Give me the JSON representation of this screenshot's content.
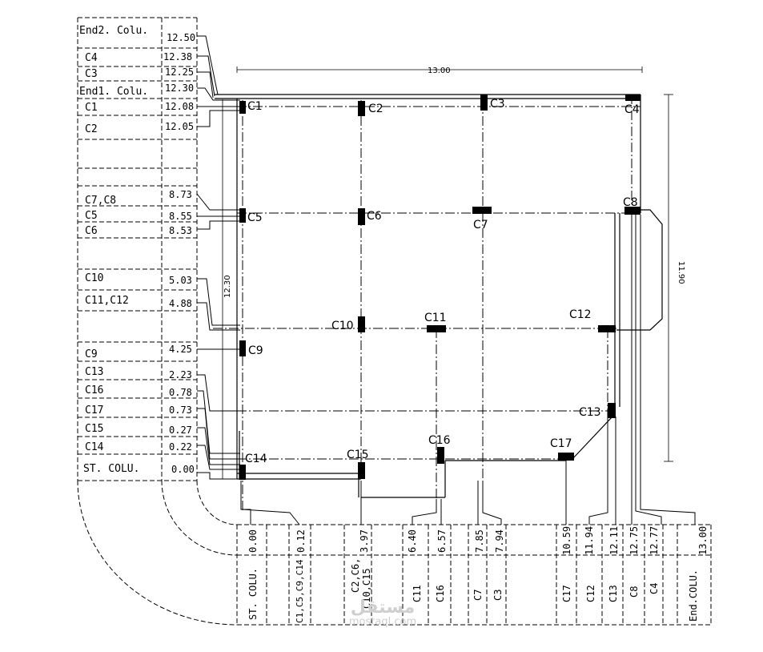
{
  "left_table": [
    {
      "label": "End2. Colu.",
      "value": "12.50"
    },
    {
      "label": "C4",
      "value": "12.38"
    },
    {
      "label": "C3",
      "value": "12.25"
    },
    {
      "label": "End1. Colu.",
      "value": "12.30"
    },
    {
      "label": "C1",
      "value": "12.08"
    },
    {
      "label": "C2",
      "value": "12.05"
    },
    {
      "label": "C7,C8",
      "value": "8.73"
    },
    {
      "label": "C5",
      "value": "8.55"
    },
    {
      "label": "C6",
      "value": "8.53"
    },
    {
      "label": "C10",
      "value": "5.03"
    },
    {
      "label": "C11,C12",
      "value": "4.88"
    },
    {
      "label": "C9",
      "value": "4.25"
    },
    {
      "label": "C13",
      "value": "2.23"
    },
    {
      "label": "C16",
      "value": "0.78"
    },
    {
      "label": "C17",
      "value": "0.73"
    },
    {
      "label": "C15",
      "value": "0.27"
    },
    {
      "label": "C14",
      "value": "0.22"
    },
    {
      "label": "ST. COLU.",
      "value": "0.00"
    }
  ],
  "bottom_table": [
    {
      "label": "ST. COLU.",
      "value": "0.00"
    },
    {
      "label": "C1,C5,C9,C14",
      "value": "0.12"
    },
    {
      "label": "C2,C6,\nC10,C15",
      "value": "3.97"
    },
    {
      "label": "C11",
      "value": "6.40"
    },
    {
      "label": "C16",
      "value": "6.57"
    },
    {
      "label": "C7",
      "value": "7.85"
    },
    {
      "label": "C3",
      "value": "7.94"
    },
    {
      "label": "C17",
      "value": "10.59"
    },
    {
      "label": "C12",
      "value": "11.94"
    },
    {
      "label": "C13",
      "value": "12.11"
    },
    {
      "label": "C8",
      "value": "12.75"
    },
    {
      "label": "C4",
      "value": "12.77"
    },
    {
      "label": "End.COLU.",
      "value": "13.00"
    }
  ],
  "dimensions": {
    "top": "13.00",
    "right": "11.90",
    "left": "12.30"
  },
  "columns": [
    "C1",
    "C2",
    "C3",
    "C4",
    "C5",
    "C6",
    "C7",
    "C8",
    "C9",
    "C10",
    "C11",
    "C12",
    "C13",
    "C14",
    "C15",
    "C16",
    "C17"
  ],
  "watermark": {
    "logo": "مستقل",
    "site": "mostaql.com"
  }
}
